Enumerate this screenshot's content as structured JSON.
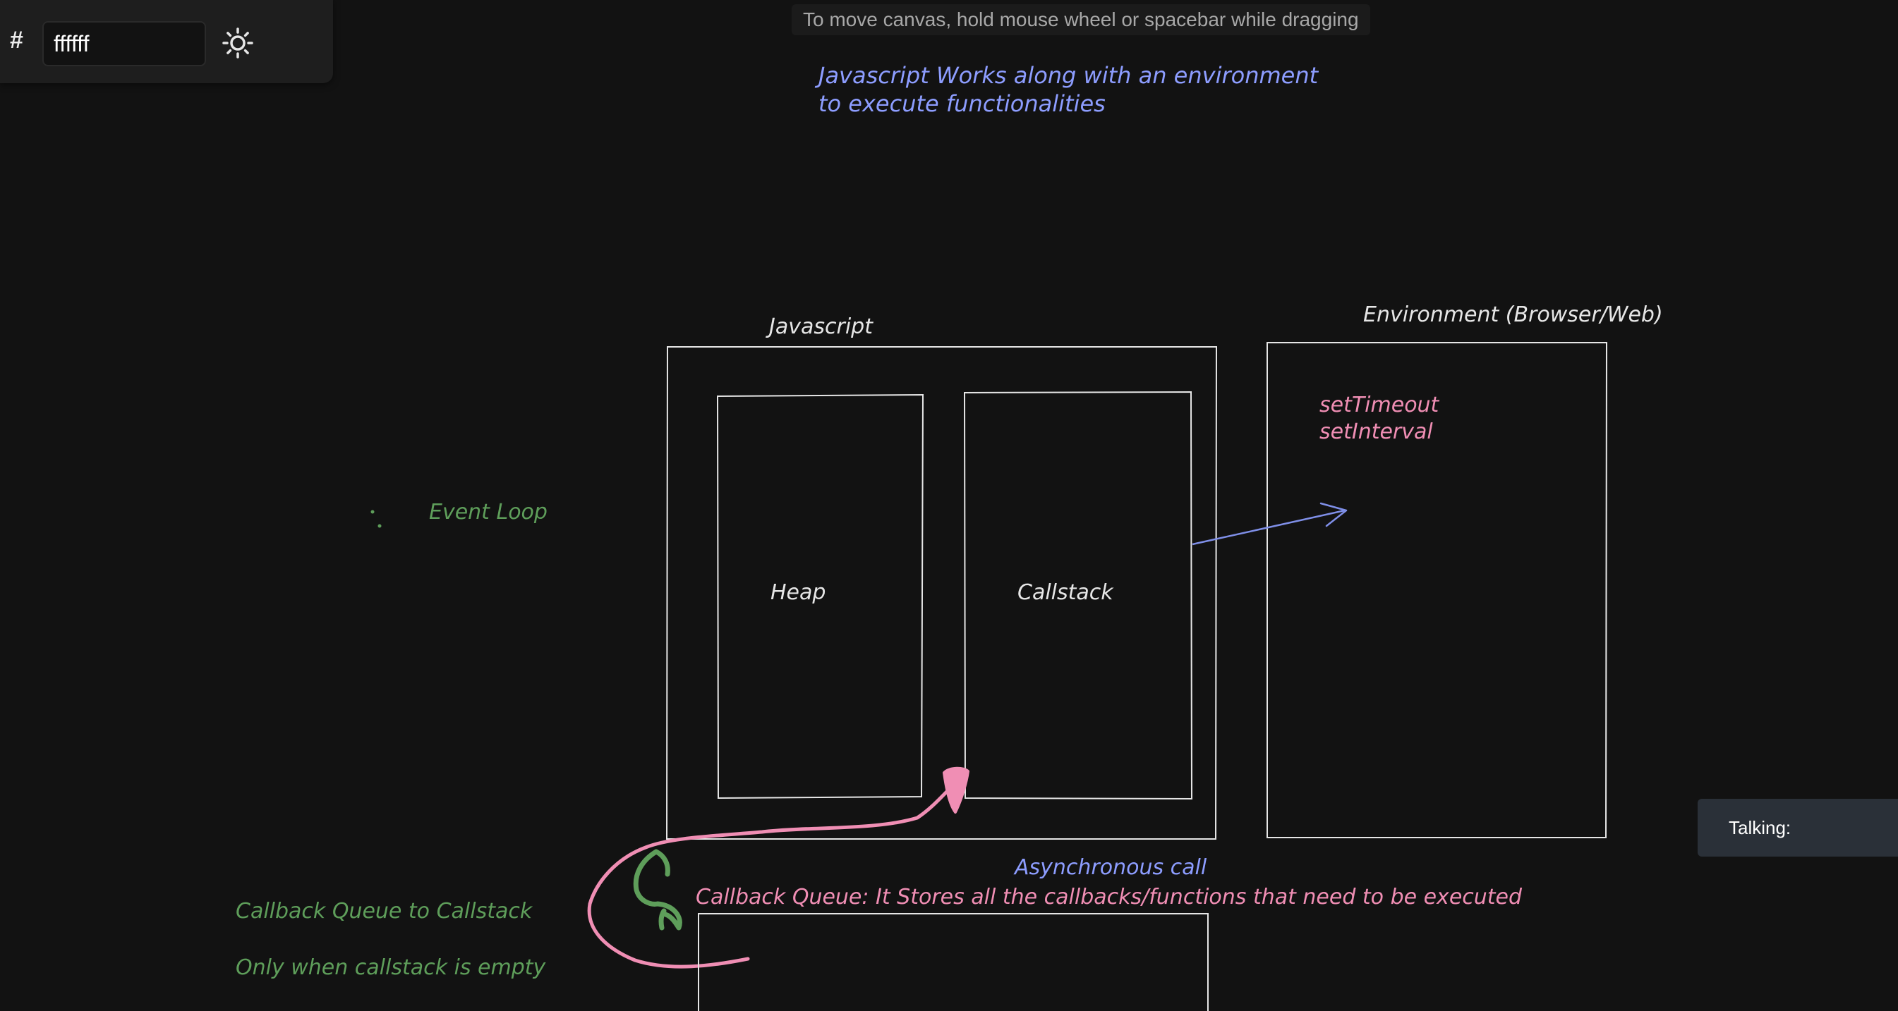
{
  "toolbar": {
    "hash_label": "#",
    "color_value": "ffffff",
    "theme_icon": "sun-icon"
  },
  "hint": {
    "text": "To move canvas, hold mouse wheel or spacebar while dragging"
  },
  "canvas": {
    "title_line1": "Javascript Works along with an environment",
    "title_line2": "to execute functionalities",
    "javascript_label": "Javascript",
    "heap_label": "Heap",
    "callstack_label": "Callstack",
    "environment_label": "Environment (Browser/Web)",
    "api_line1": "setTimeout",
    "api_line2": "setInterval",
    "event_loop_label": "Event Loop",
    "async_label": "Asynchronous call",
    "queue_label": "Callback Queue: It Stores all the callbacks/functions that need to be executed",
    "note_line1": "Callback Queue to Callstack",
    "note_line2": "Only when callstack is empty"
  },
  "status": {
    "talking_label": "Talking:"
  },
  "colors": {
    "background": "#121212",
    "stroke": "#e6e6e6",
    "blue": "#8d9dff",
    "pink": "#f08eb4",
    "green": "#5e9e5a",
    "arrow": "#7f8fe8"
  }
}
